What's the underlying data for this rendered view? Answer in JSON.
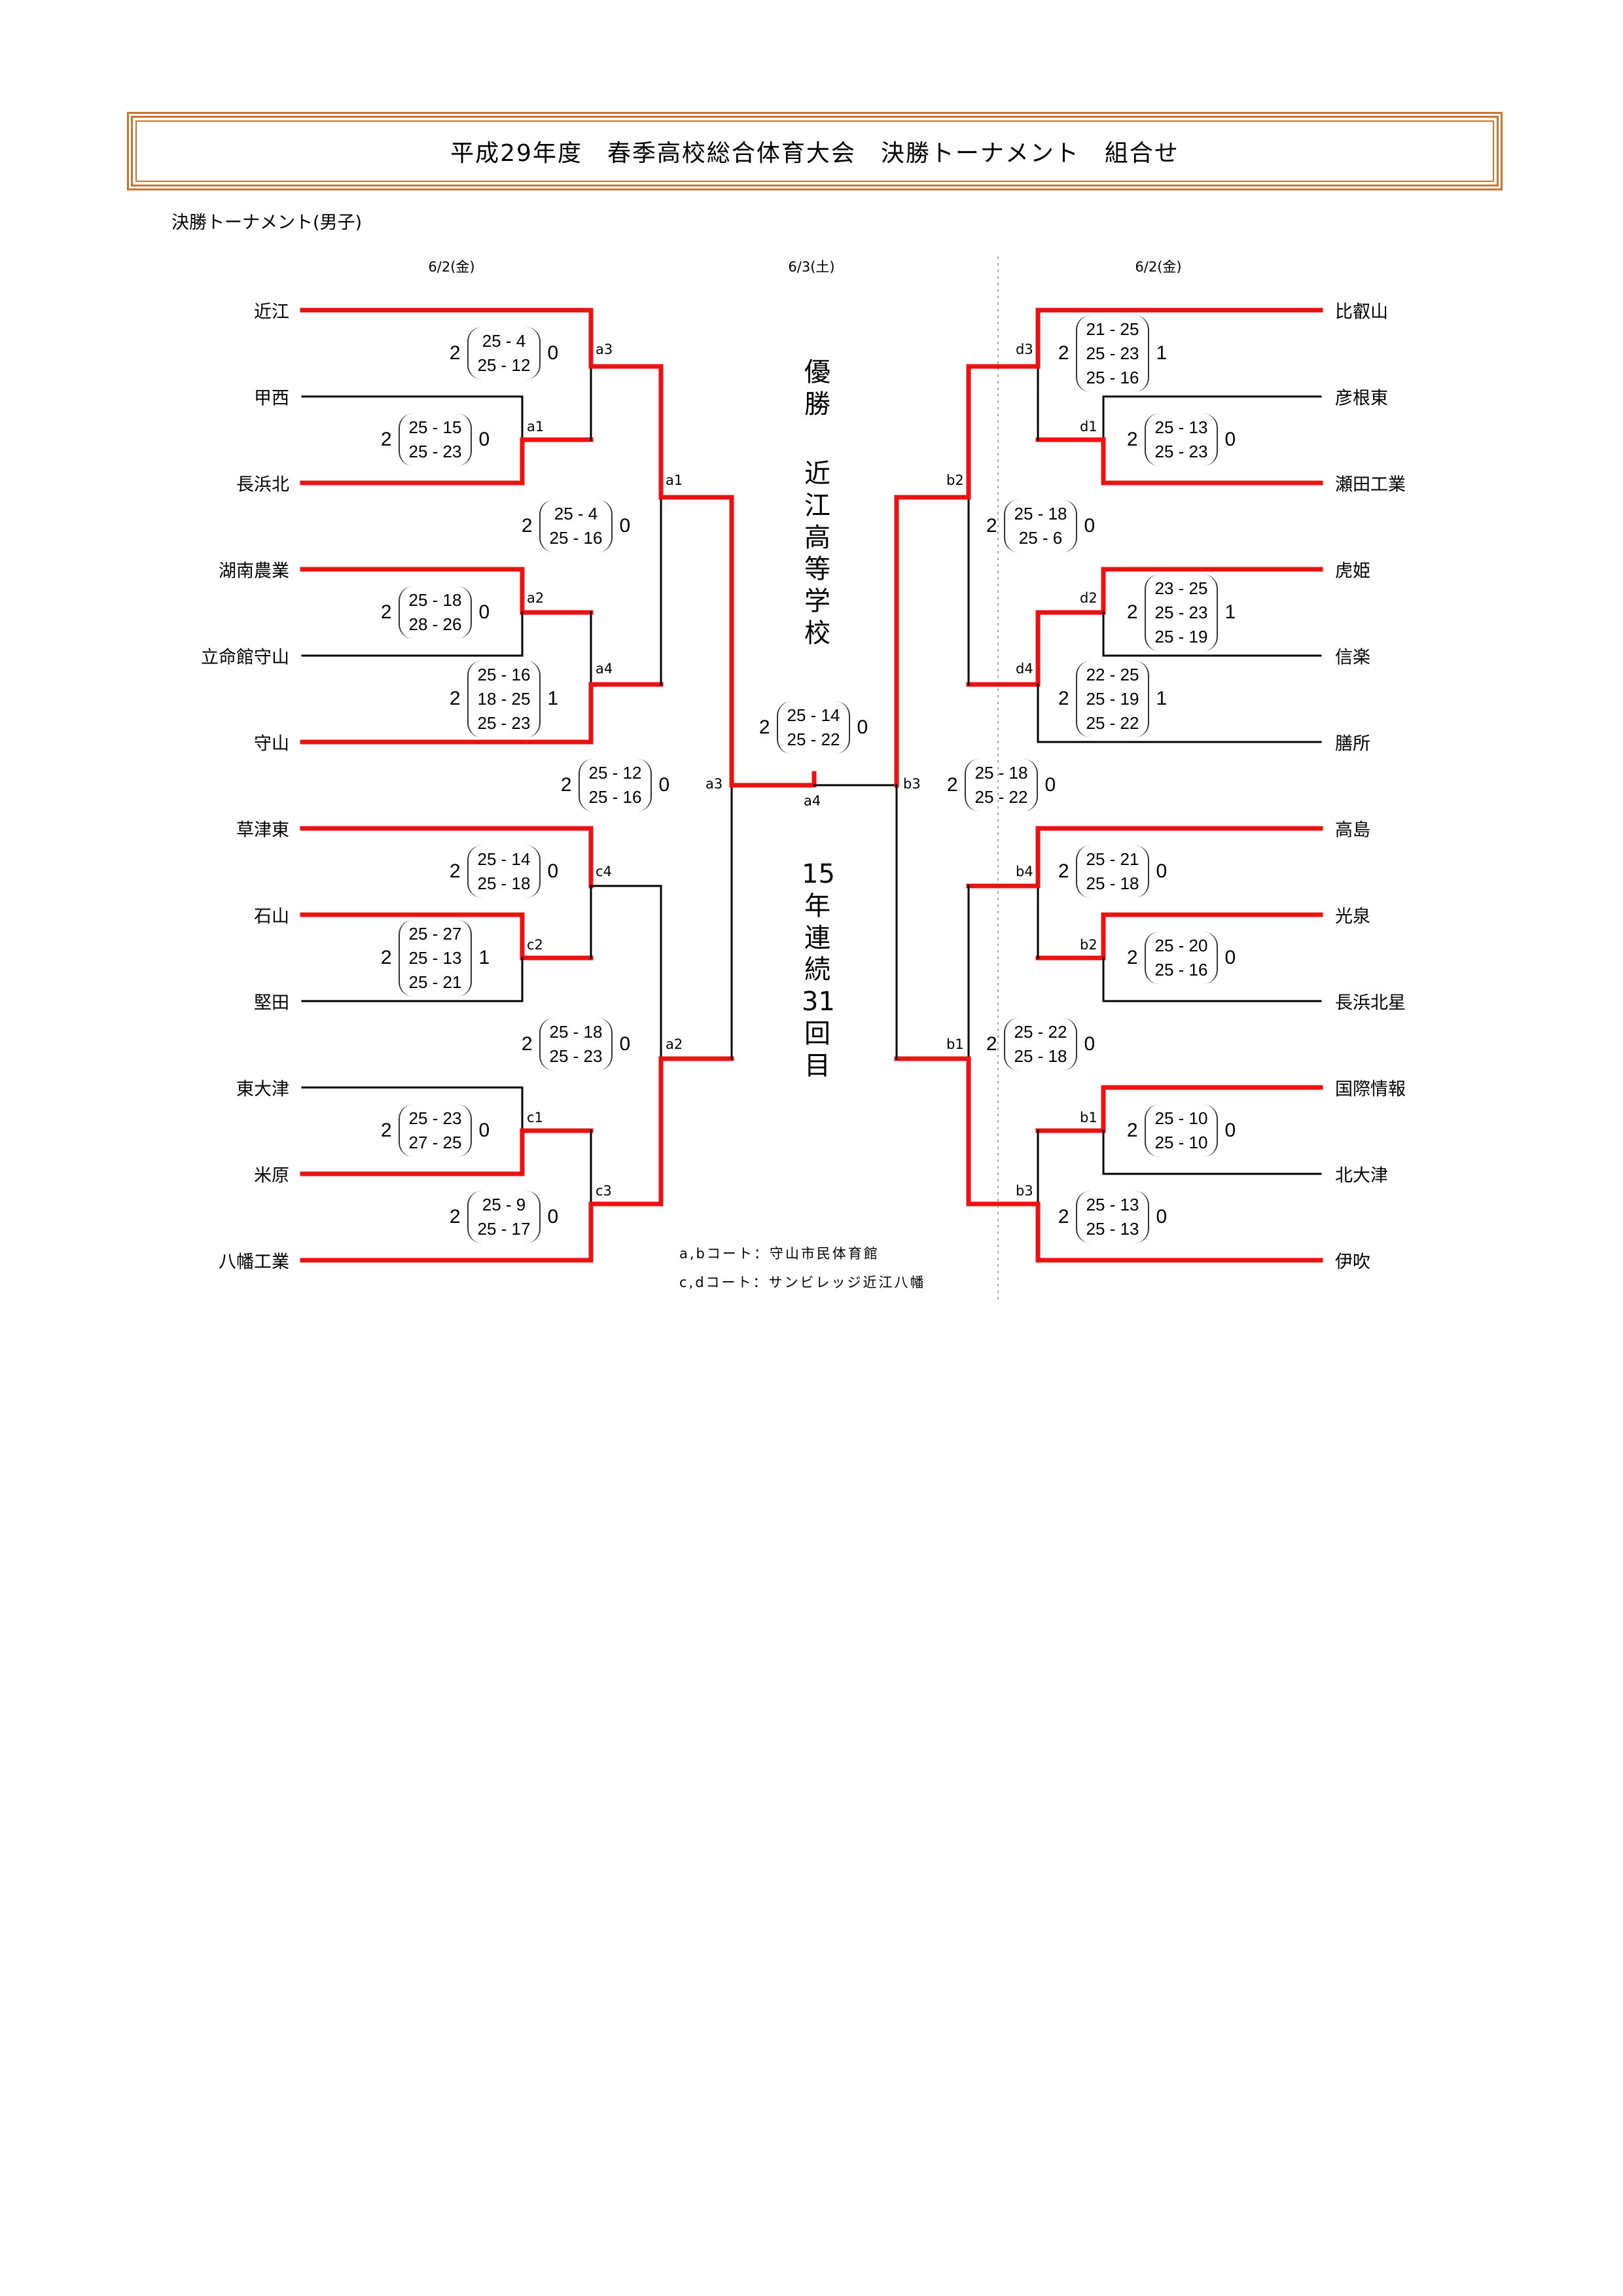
{
  "header": {
    "title": "平成29年度　春季高校総合体育大会　決勝トーナメント　組合せ",
    "section": "決勝トーナメント(男子)"
  },
  "dates": {
    "left": "6/2(金)",
    "center": "6/3(土)",
    "right": "6/2(金)"
  },
  "champion": {
    "label": "優勝",
    "team": "近江高等学校",
    "streak": [
      "15",
      "年",
      "連",
      "続",
      "31",
      "回",
      "目"
    ]
  },
  "venues": [
    "a,bコート：守山市民体育館",
    "c,dコート：サンビレッジ近江八幡"
  ],
  "colors": {
    "winner_line": "#ee1111",
    "loser_line": "#000000",
    "title_border": "#c87533"
  },
  "left_teams": [
    "近江",
    "甲西",
    "長浜北",
    "湖南農業",
    "立命館守山",
    "守山",
    "草津東",
    "石山",
    "堅田",
    "東大津",
    "米原",
    "八幡工業"
  ],
  "right_teams": [
    "比叡山",
    "彦根東",
    "瀬田工業",
    "虎姫",
    "信楽",
    "膳所",
    "高島",
    "光泉",
    "長浜北星",
    "国際情報",
    "北大津",
    "伊吹"
  ],
  "matches": {
    "L_a1": {
      "court": "a1",
      "winner": "長浜北",
      "loser": "甲西",
      "sets_won": 2,
      "sets_lost": 0,
      "sets": [
        "25 - 15",
        "25 - 23"
      ]
    },
    "L_a3": {
      "court": "a3",
      "winner": "近江",
      "loser": "長浜北",
      "sets_won": 2,
      "sets_lost": 0,
      "sets": [
        "25 - 4",
        "25 - 12"
      ]
    },
    "L_a2": {
      "court": "a2",
      "winner": "湖南農業",
      "loser": "立命館守山",
      "sets_won": 2,
      "sets_lost": 0,
      "sets": [
        "25 - 18",
        "28 - 26"
      ]
    },
    "L_a4": {
      "court": "a4",
      "winner": "守山",
      "loser": "湖南農業",
      "sets_won": 2,
      "sets_lost": 1,
      "sets": [
        "25 - 16",
        "18 - 25",
        "25 - 23"
      ]
    },
    "L_sf_a1": {
      "court": "a1",
      "winner": "近江",
      "loser": "守山",
      "sets_won": 2,
      "sets_lost": 0,
      "sets": [
        "25 - 4",
        "25 - 16"
      ]
    },
    "L_c2": {
      "court": "c2",
      "winner": "石山",
      "loser": "堅田",
      "sets_won": 2,
      "sets_lost": 1,
      "sets": [
        "25 - 27",
        "25 - 13",
        "25 - 21"
      ]
    },
    "L_c4": {
      "court": "c4",
      "winner": "草津東",
      "loser": "石山",
      "sets_won": 2,
      "sets_lost": 0,
      "sets": [
        "25 - 14",
        "25 - 18"
      ]
    },
    "L_c1": {
      "court": "c1",
      "winner": "米原",
      "loser": "東大津",
      "sets_won": 2,
      "sets_lost": 0,
      "sets": [
        "25 - 23",
        "27 - 25"
      ]
    },
    "L_c3": {
      "court": "c3",
      "winner": "八幡工業",
      "loser": "米原",
      "sets_won": 2,
      "sets_lost": 0,
      "sets": [
        "25 - 9",
        "25 - 17"
      ]
    },
    "L_sf_a2": {
      "court": "a2",
      "winner": "八幡工業",
      "loser": "草津東",
      "sets_won": 2,
      "sets_lost": 0,
      "sets": [
        "25 - 18",
        "25 - 23"
      ]
    },
    "L_semi_a3": {
      "court": "a3",
      "winner": "近江",
      "loser": "八幡工業",
      "sets_won": 2,
      "sets_lost": 0,
      "sets": [
        "25 - 12",
        "25 - 16"
      ]
    },
    "final_a4": {
      "court": "a4",
      "winner": "近江",
      "loser": "比叡山",
      "sets_won": 2,
      "sets_lost": 0,
      "sets": [
        "25  -  14",
        "25  -  22"
      ]
    },
    "R_d1": {
      "court": "d1",
      "winner": "瀬田工業",
      "loser": "彦根東",
      "sets_won": 2,
      "sets_lost": 0,
      "sets": [
        "25 - 13",
        "25 - 23"
      ]
    },
    "R_d3": {
      "court": "d3",
      "winner": "比叡山",
      "loser": "瀬田工業",
      "sets_won": 2,
      "sets_lost": 1,
      "sets": [
        "21 - 25",
        "25 - 23",
        "25 - 16"
      ]
    },
    "R_d2": {
      "court": "d2",
      "winner": "虎姫",
      "loser": "信楽",
      "sets_won": 2,
      "sets_lost": 1,
      "sets": [
        "23 - 25",
        "25 - 23",
        "25 - 19"
      ]
    },
    "R_d4": {
      "court": "d4",
      "winner": "虎姫",
      "loser": "膳所",
      "sets_won": 2,
      "sets_lost": 1,
      "sets": [
        "22 - 25",
        "25 - 19",
        "25 - 22"
      ]
    },
    "R_sf_b2": {
      "court": "b2",
      "winner": "比叡山",
      "loser": "虎姫",
      "sets_won": 2,
      "sets_lost": 0,
      "sets": [
        "25 - 18",
        "25 - 6"
      ]
    },
    "R_b2": {
      "court": "b2",
      "winner": "光泉",
      "loser": "長浜北星",
      "sets_won": 2,
      "sets_lost": 0,
      "sets": [
        "25 - 20",
        "25 - 16"
      ]
    },
    "R_b4": {
      "court": "b4",
      "winner": "高島",
      "loser": "光泉",
      "sets_won": 2,
      "sets_lost": 0,
      "sets": [
        "25 - 21",
        "25 - 18"
      ]
    },
    "R_b1": {
      "court": "b1",
      "winner": "国際情報",
      "loser": "北大津",
      "sets_won": 2,
      "sets_lost": 0,
      "sets": [
        "25 - 10",
        "25 - 10"
      ]
    },
    "R_b3": {
      "court": "b3",
      "winner": "伊吹",
      "loser": "国際情報",
      "sets_won": 2,
      "sets_lost": 0,
      "sets": [
        "25 - 13",
        "25 - 13"
      ]
    },
    "R_sf_b1": {
      "court": "b1",
      "winner": "伊吹",
      "loser": "高島",
      "sets_won": 2,
      "sets_lost": 0,
      "sets": [
        "25 - 22",
        "25 - 18"
      ]
    },
    "R_semi_b3": {
      "court": "b3",
      "winner": "比叡山",
      "loser": "伊吹",
      "sets_won": 2,
      "sets_lost": 0,
      "sets": [
        "25 - 18",
        "25 - 22"
      ]
    }
  }
}
